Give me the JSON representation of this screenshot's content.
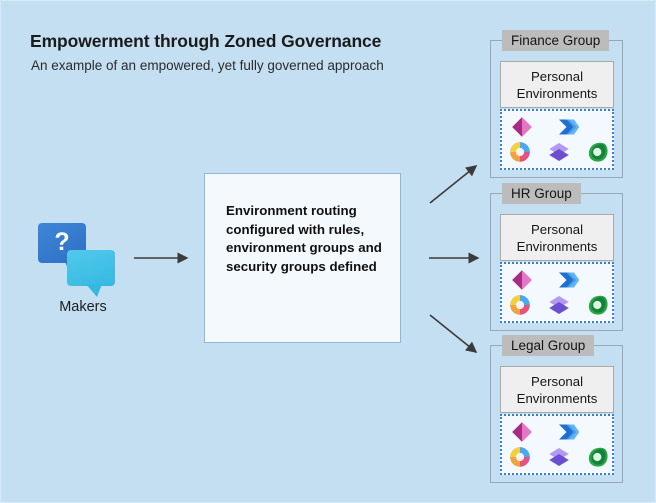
{
  "header": {
    "title": "Empowerment through Zoned Governance",
    "subtitle": "An example of an empowered, yet fully governed approach"
  },
  "colors": {
    "background": "#c5dff2",
    "process_box_fill": "#f4f9fd",
    "process_box_border": "#8cb8dd",
    "group_label_bg": "#bcbcbc",
    "group_border": "#9aa6b1",
    "personal_env_fill": "#efefef",
    "icon_zone_fill": "#f3f9fe",
    "icon_zone_border": "#3a7fd5",
    "arrow": "#3b3b3b",
    "bubble_dark": "#2f6fc4",
    "bubble_light": "#35b8e0"
  },
  "source": {
    "label": "Makers",
    "question_mark": "?",
    "icon_name": "makers-speech-bubbles-icon"
  },
  "process": {
    "text": "Environment routing configured with rules, environment groups and security groups defined"
  },
  "connectors": [
    {
      "name": "makers-to-process-arrow",
      "direction": "right"
    },
    {
      "name": "process-to-finance-arrow",
      "direction": "up-right"
    },
    {
      "name": "process-to-hr-arrow",
      "direction": "right"
    },
    {
      "name": "process-to-legal-arrow",
      "direction": "down-right"
    }
  ],
  "environment_label": "Personal Environments",
  "app_icons": [
    {
      "name": "power-apps-icon",
      "label": "Power Apps"
    },
    {
      "name": "power-automate-icon",
      "label": "Power Automate"
    },
    {
      "name": "copilot-icon",
      "label": "Copilot"
    },
    {
      "name": "power-pages-icon",
      "label": "Power Pages"
    },
    {
      "name": "copilot-studio-icon",
      "label": "Copilot Studio"
    }
  ],
  "groups": [
    {
      "label": "Finance Group",
      "environment": "Personal Environments"
    },
    {
      "label": "HR Group",
      "environment": "Personal Environments"
    },
    {
      "label": "Legal Group",
      "environment": "Personal Environments"
    }
  ]
}
